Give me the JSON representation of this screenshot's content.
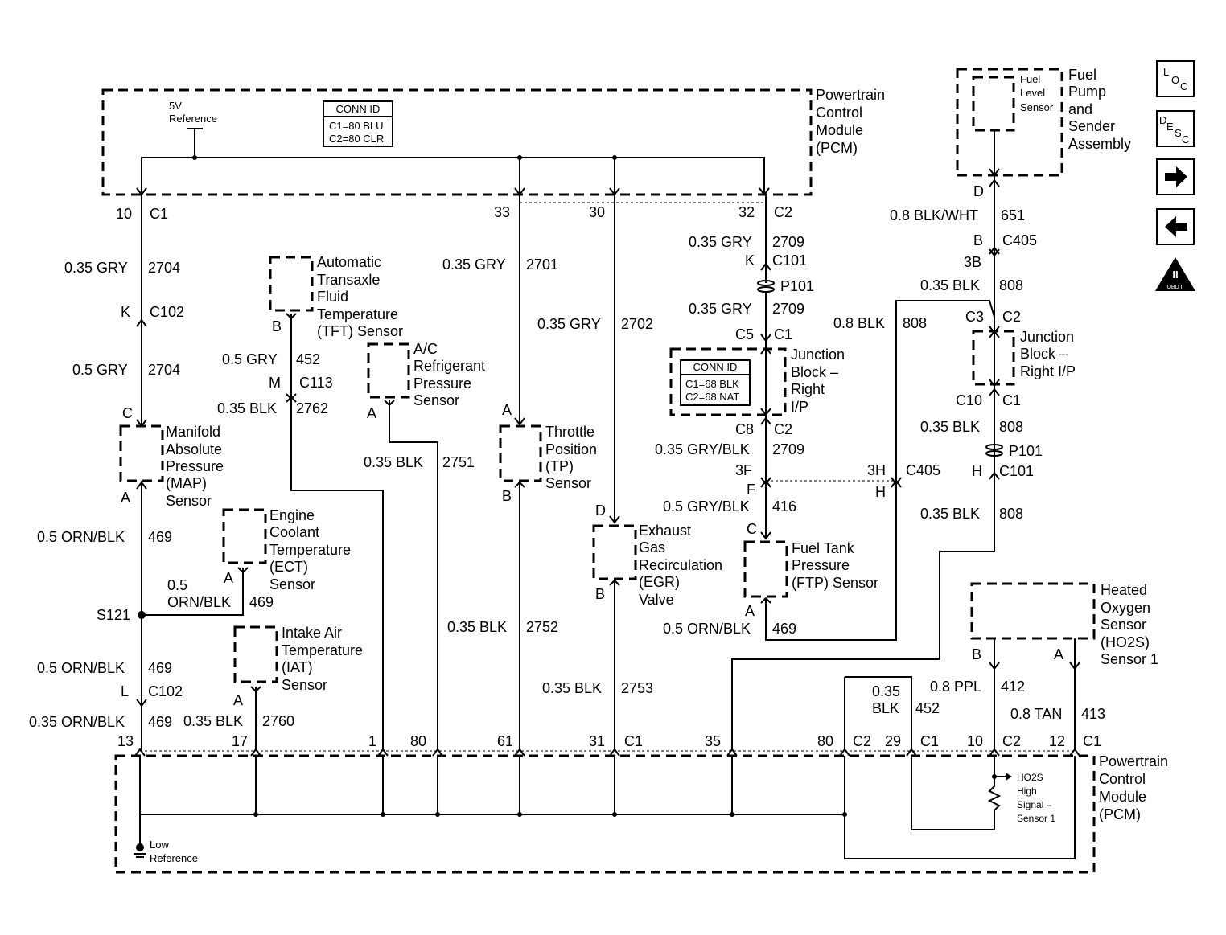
{
  "pcm_top": {
    "label": [
      "Powertrain",
      "Control",
      "Module",
      "(PCM)"
    ],
    "ref_label": [
      "5V",
      "Reference"
    ],
    "conn_title": "CONN ID",
    "conn_lines": [
      "C1=80 BLU",
      "C2=80 CLR"
    ]
  },
  "pcm_bottom": {
    "label": [
      "Powertrain",
      "Control",
      "Module",
      "(PCM)"
    ],
    "low_ref": [
      "Low",
      "Reference"
    ],
    "ho2s_label": [
      "HO2S",
      "High",
      "Signal –",
      "Sensor 1"
    ]
  },
  "fuel_pump": {
    "label": [
      "Fuel",
      "Pump",
      "and",
      "Sender",
      "Assembly"
    ],
    "sensor": [
      "Fuel",
      "Level",
      "Sensor"
    ]
  },
  "sensors": {
    "map": [
      "Manifold",
      "Absolute",
      "Pressure",
      "(MAP)",
      "Sensor"
    ],
    "tft": [
      "Automatic",
      "Transaxle",
      "Fluid",
      "Temperature",
      "(TFT) Sensor"
    ],
    "ac": [
      "A/C",
      "Refrigerant",
      "Pressure",
      "Sensor"
    ],
    "tp": [
      "Throttle",
      "Position",
      "(TP)",
      "Sensor"
    ],
    "ect": [
      "Engine",
      "Coolant",
      "Temperature",
      "(ECT)",
      "Sensor"
    ],
    "iat": [
      "Intake Air",
      "Temperature",
      "(IAT)",
      "Sensor"
    ],
    "egr": [
      "Exhaust",
      "Gas",
      "Recirculation",
      "(EGR)",
      "Valve"
    ],
    "ftp": [
      "Fuel Tank",
      "Pressure",
      "(FTP) Sensor"
    ],
    "jb1": [
      "Junction",
      "Block –",
      "Right",
      "I/P"
    ],
    "jb2": [
      "Junction",
      "Block –",
      "Right I/P"
    ],
    "ho2s": [
      "Heated",
      "Oxygen",
      "Sensor",
      "(HO2S)",
      "Sensor 1"
    ]
  },
  "jb_conn": {
    "title": "CONN ID",
    "lines": [
      "C1=68 BLK",
      "C2=68 NAT"
    ]
  },
  "nav": {
    "loc": "LOC",
    "desc": "DESC",
    "next": "→",
    "prev": "←",
    "obd": "OBD II"
  },
  "labels": [
    {
      "id": "l1",
      "text": "10"
    },
    {
      "id": "l2",
      "text": "C1"
    },
    {
      "id": "l3",
      "text": "33"
    },
    {
      "id": "l4",
      "text": "30"
    },
    {
      "id": "l5",
      "text": "32"
    },
    {
      "id": "l6",
      "text": "C2"
    },
    {
      "id": "l7",
      "text": "0.35 GRY"
    },
    {
      "id": "l8",
      "text": "2704"
    },
    {
      "id": "l9",
      "text": "K"
    },
    {
      "id": "l10",
      "text": "C102"
    },
    {
      "id": "l11",
      "text": "0.5 GRY"
    },
    {
      "id": "l12",
      "text": "2704"
    },
    {
      "id": "l13",
      "text": "C"
    },
    {
      "id": "l14",
      "text": "A"
    },
    {
      "id": "l15",
      "text": "0.5 ORN/BLK"
    },
    {
      "id": "l16",
      "text": "469"
    },
    {
      "id": "l17",
      "text": "S121"
    },
    {
      "id": "l18",
      "text": "0.5 ORN/BLK"
    },
    {
      "id": "l19",
      "text": "469"
    },
    {
      "id": "l20",
      "text": "L"
    },
    {
      "id": "l21",
      "text": "C102"
    },
    {
      "id": "l22",
      "text": "0.35 ORN/BLK"
    },
    {
      "id": "l23",
      "text": "469"
    },
    {
      "id": "l24",
      "text": "13"
    },
    {
      "id": "l25",
      "text": "B"
    },
    {
      "id": "l26",
      "text": "0.5 GRY"
    },
    {
      "id": "l27",
      "text": "452"
    },
    {
      "id": "l28",
      "text": "M"
    },
    {
      "id": "l29",
      "text": "C113"
    },
    {
      "id": "l30",
      "text": "0.35 BLK"
    },
    {
      "id": "l31",
      "text": "2762"
    },
    {
      "id": "l32",
      "text": "A"
    },
    {
      "id": "l33",
      "text": "0.5"
    },
    {
      "id": "l34",
      "text": "ORN/BLK"
    },
    {
      "id": "l35",
      "text": "469"
    },
    {
      "id": "l36",
      "text": "A"
    },
    {
      "id": "l37",
      "text": "0.35 BLK"
    },
    {
      "id": "l38",
      "text": "2760"
    },
    {
      "id": "l39",
      "text": "17"
    },
    {
      "id": "l40",
      "text": "1"
    },
    {
      "id": "l41",
      "text": "A"
    },
    {
      "id": "l42",
      "text": "0.35 BLK"
    },
    {
      "id": "l43",
      "text": "2751"
    },
    {
      "id": "l44",
      "text": "80"
    },
    {
      "id": "l45",
      "text": "0.35 GRY"
    },
    {
      "id": "l46",
      "text": "2701"
    },
    {
      "id": "l47",
      "text": "A"
    },
    {
      "id": "l48",
      "text": "B"
    },
    {
      "id": "l49",
      "text": "0.35 BLK"
    },
    {
      "id": "l50",
      "text": "2752"
    },
    {
      "id": "l51",
      "text": "61"
    },
    {
      "id": "l52",
      "text": "0.35 GRY"
    },
    {
      "id": "l53",
      "text": "2702"
    },
    {
      "id": "l54",
      "text": "D"
    },
    {
      "id": "l55",
      "text": "B"
    },
    {
      "id": "l56",
      "text": "0.35 BLK"
    },
    {
      "id": "l57",
      "text": "2753"
    },
    {
      "id": "l58",
      "text": "31"
    },
    {
      "id": "l59",
      "text": "C1"
    },
    {
      "id": "l60",
      "text": "0.35 GRY"
    },
    {
      "id": "l61",
      "text": "2709"
    },
    {
      "id": "l62",
      "text": "K"
    },
    {
      "id": "l63",
      "text": "C101"
    },
    {
      "id": "l64",
      "text": "P101"
    },
    {
      "id": "l65",
      "text": "0.35 GRY"
    },
    {
      "id": "l66",
      "text": "2709"
    },
    {
      "id": "l67",
      "text": "C5"
    },
    {
      "id": "l68",
      "text": "C1"
    },
    {
      "id": "l69",
      "text": "C8"
    },
    {
      "id": "l70",
      "text": "C2"
    },
    {
      "id": "l71",
      "text": "0.35 GRY/BLK"
    },
    {
      "id": "l72",
      "text": "2709"
    },
    {
      "id": "l73",
      "text": "3F"
    },
    {
      "id": "l74",
      "text": "F"
    },
    {
      "id": "l75",
      "text": "0.5 GRY/BLK"
    },
    {
      "id": "l76",
      "text": "416"
    },
    {
      "id": "l77",
      "text": "C"
    },
    {
      "id": "l78",
      "text": "A"
    },
    {
      "id": "l79",
      "text": "0.5 ORN/BLK"
    },
    {
      "id": "l80",
      "text": "469"
    },
    {
      "id": "l81",
      "text": "3H"
    },
    {
      "id": "l82",
      "text": "C405"
    },
    {
      "id": "l83",
      "text": "H"
    },
    {
      "id": "l84",
      "text": "0.8 BLK"
    },
    {
      "id": "l85",
      "text": "808"
    },
    {
      "id": "l86",
      "text": "D"
    },
    {
      "id": "l87",
      "text": "0.8 BLK/WHT"
    },
    {
      "id": "l88",
      "text": "651"
    },
    {
      "id": "l89",
      "text": "B"
    },
    {
      "id": "l90",
      "text": "C405"
    },
    {
      "id": "l91",
      "text": "3B"
    },
    {
      "id": "l92",
      "text": "0.35 BLK"
    },
    {
      "id": "l93",
      "text": "808"
    },
    {
      "id": "l94",
      "text": "C3"
    },
    {
      "id": "l95",
      "text": "C2"
    },
    {
      "id": "l96",
      "text": "C10"
    },
    {
      "id": "l97",
      "text": "C1"
    },
    {
      "id": "l98",
      "text": "0.35 BLK"
    },
    {
      "id": "l99",
      "text": "808"
    },
    {
      "id": "l100",
      "text": "P101"
    },
    {
      "id": "l101",
      "text": "H"
    },
    {
      "id": "l102",
      "text": "C101"
    },
    {
      "id": "l103",
      "text": "0.35 BLK"
    },
    {
      "id": "l104",
      "text": "808"
    },
    {
      "id": "l105",
      "text": "35"
    },
    {
      "id": "l106",
      "text": "80"
    },
    {
      "id": "l107",
      "text": "C2"
    },
    {
      "id": "l108",
      "text": "0.35"
    },
    {
      "id": "l109",
      "text": "BLK"
    },
    {
      "id": "l110",
      "text": "452"
    },
    {
      "id": "l111",
      "text": "29"
    },
    {
      "id": "l112",
      "text": "C1"
    },
    {
      "id": "l113",
      "text": "B"
    },
    {
      "id": "l114",
      "text": "0.8 PPL"
    },
    {
      "id": "l115",
      "text": "412"
    },
    {
      "id": "l116",
      "text": "10"
    },
    {
      "id": "l117",
      "text": "C2"
    },
    {
      "id": "l118",
      "text": "A"
    },
    {
      "id": "l119",
      "text": "0.8 TAN"
    },
    {
      "id": "l120",
      "text": "413"
    },
    {
      "id": "l121",
      "text": "12"
    },
    {
      "id": "l122",
      "text": "C1"
    }
  ]
}
